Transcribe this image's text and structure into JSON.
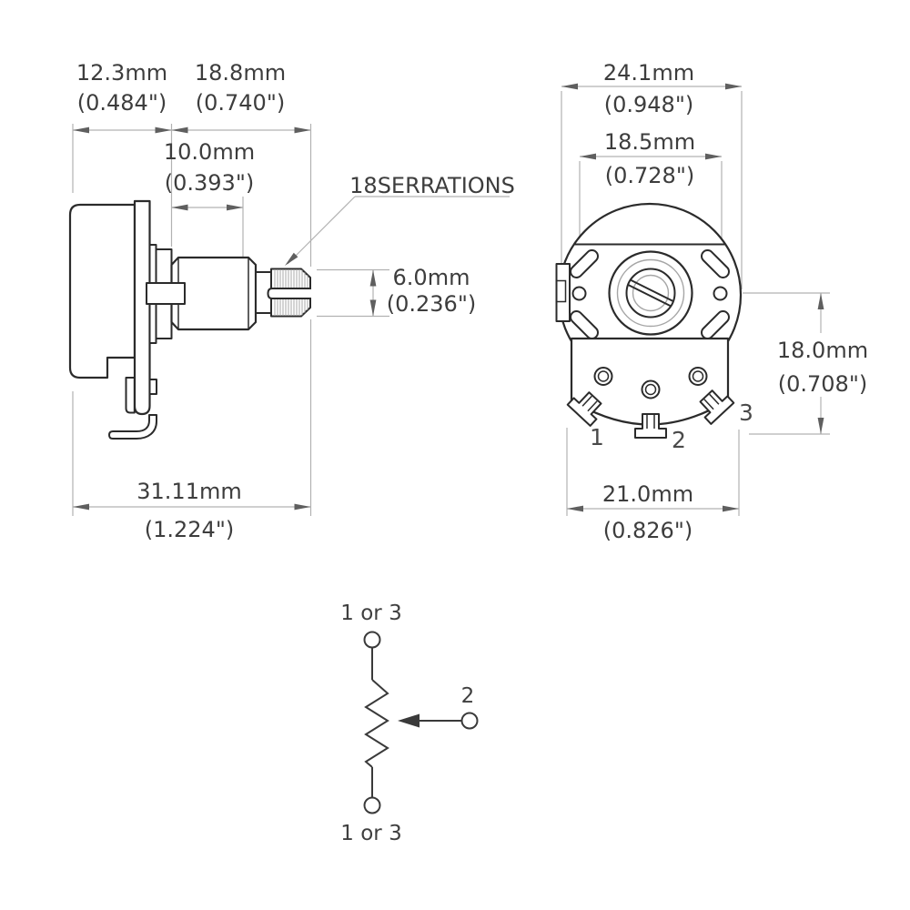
{
  "side_view": {
    "serrations_label": "18SERRATIONS",
    "dim_depth_mm": "12.3mm",
    "dim_depth_in": "(0.484\")",
    "dim_shaft_mm": "18.8mm",
    "dim_shaft_in": "(0.740\")",
    "dim_bushing_mm": "10.0mm",
    "dim_bushing_in": "(0.393\")",
    "dim_shaft_dia_mm": "6.0mm",
    "dim_shaft_dia_in": "(0.236\")",
    "dim_overall_mm": "31.11mm",
    "dim_overall_in": "(1.224\")"
  },
  "front_view": {
    "dim_body_dia_mm": "24.1mm",
    "dim_body_dia_in": "(0.948\")",
    "dim_inner_mm": "18.5mm",
    "dim_inner_in": "(0.728\")",
    "dim_height_mm": "18.0mm",
    "dim_height_in": "(0.708\")",
    "dim_lug_span_mm": "21.0mm",
    "dim_lug_span_in": "(0.826\")",
    "terminal_1": "1",
    "terminal_2": "2",
    "terminal_3": "3"
  },
  "schematic": {
    "top_terminal_label": "1 or 3",
    "wiper_label": "2",
    "bottom_terminal_label": "1 or 3"
  },
  "colors": {
    "outline": "#2b2b2b",
    "dim_line": "#b2b2b2",
    "arrowhead": "#5f5f5f",
    "text": "#3d3d3d",
    "light_line": "#a6a6a6"
  }
}
